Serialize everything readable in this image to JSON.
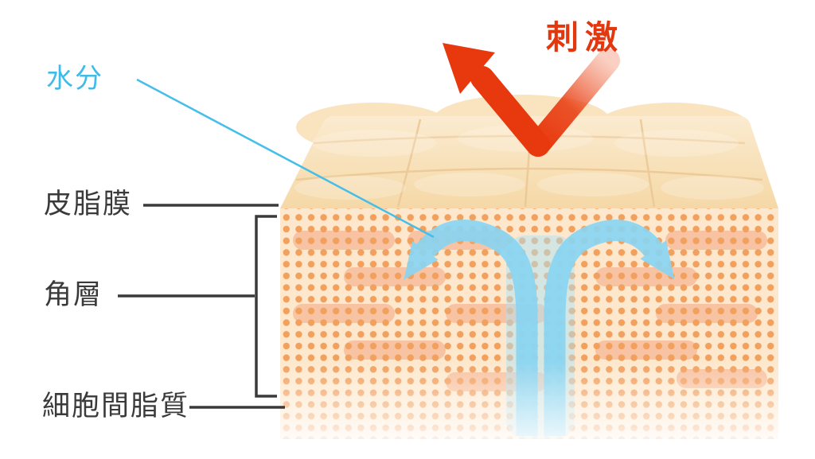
{
  "labels": {
    "moisture": "水分",
    "stimulus": "刺激",
    "sebum_film": "皮脂膜",
    "stratum_corneum": "角層",
    "intercellular_lipids": "細胞間脂質"
  },
  "colors": {
    "moisture_blue": "#45BEE8",
    "water_arrow_blue": "#8AD5F2",
    "water_channel_blue": "#AEE2F6",
    "stimulus_red": "#E8380D",
    "label_dark": "#3A3A3A",
    "skin_surface_cream": "#F9E2BC",
    "skin_face_cream": "#FDE8CD",
    "cell_dot_orange": "#F1A05E",
    "lipid_bar_salmon": "#F5A078"
  }
}
